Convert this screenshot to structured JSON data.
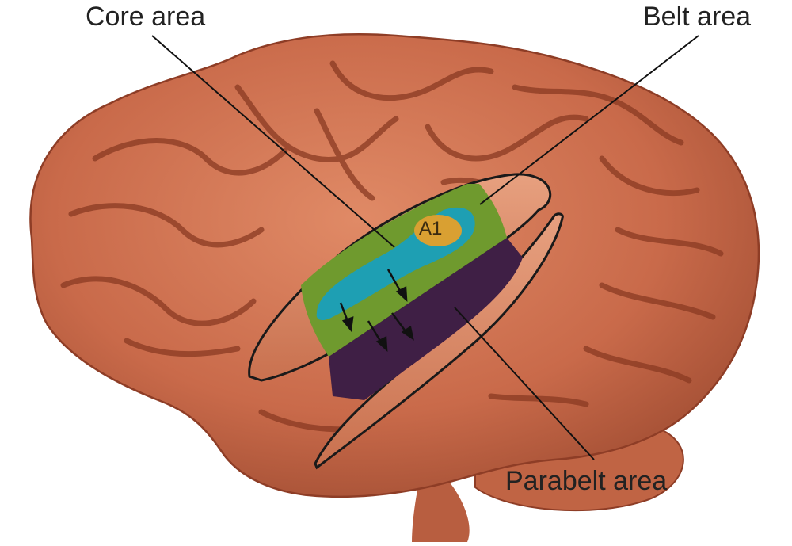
{
  "labels": {
    "core_area": "Core area",
    "belt_area": "Belt area",
    "parabelt_area": "Parabelt area",
    "a1": "A1"
  },
  "colors": {
    "background": "#ffffff",
    "brain": "#c96a4a",
    "brain_dark": "#8e3d26",
    "belt": "#6f9a2e",
    "core": "#1e9fb3",
    "a1": "#d9a032",
    "parabelt": "#3f1f45",
    "fold": "#d98a6a"
  }
}
